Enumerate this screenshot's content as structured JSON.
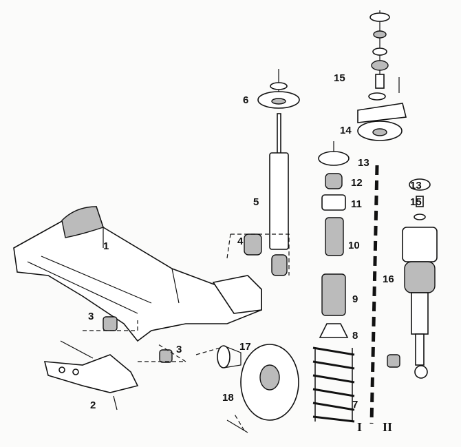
{
  "diagram": {
    "labels": {
      "l1": "1",
      "l2": "2",
      "l3a": "3",
      "l3b": "3",
      "l4": "4",
      "l5": "5",
      "l6": "6",
      "l7": "7",
      "l8": "8",
      "l9": "9",
      "l10": "10",
      "l11": "11",
      "l12": "12",
      "l13a": "13",
      "l13b": "13",
      "l14": "14",
      "l15a": "15",
      "l15b": "15",
      "l16": "16",
      "l17": "17",
      "l18": "18"
    },
    "variants": {
      "v1": "I",
      "v2": "II"
    }
  }
}
